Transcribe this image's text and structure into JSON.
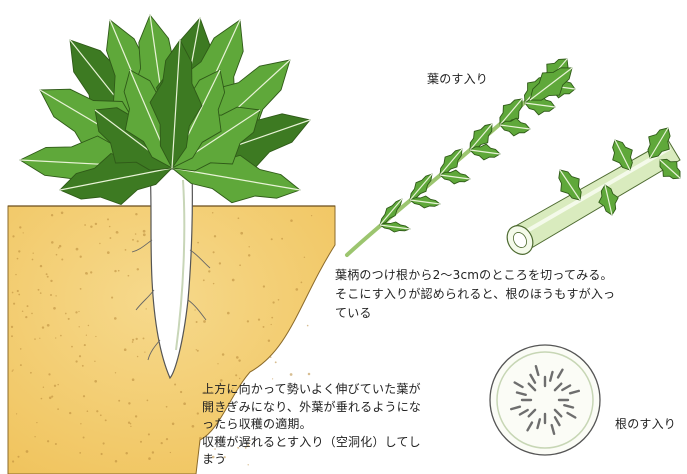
{
  "labels": {
    "leaf_hollow": "葉のす入り",
    "root_hollow": "根のす入り"
  },
  "descriptions": {
    "leaf_check": [
      "葉柄のつけ根から2～3cmのところを切ってみる。",
      "そこにす入りが認められると、根のほうもすが入っ",
      "ている"
    ],
    "harvest": [
      "上方に向かって勢いよく伸びていた葉が",
      "開きぎみになり、外葉が垂れるようにな",
      "ったら収穫の適期。",
      "収穫が遅れるとす入り（空洞化）してし",
      "まう"
    ]
  },
  "colors": {
    "soil": "#f2c96a",
    "leaf": "#5fa83a",
    "leaf_dark": "#3d7a22",
    "root": "#ffffff",
    "stem": "#c9e2a8"
  }
}
